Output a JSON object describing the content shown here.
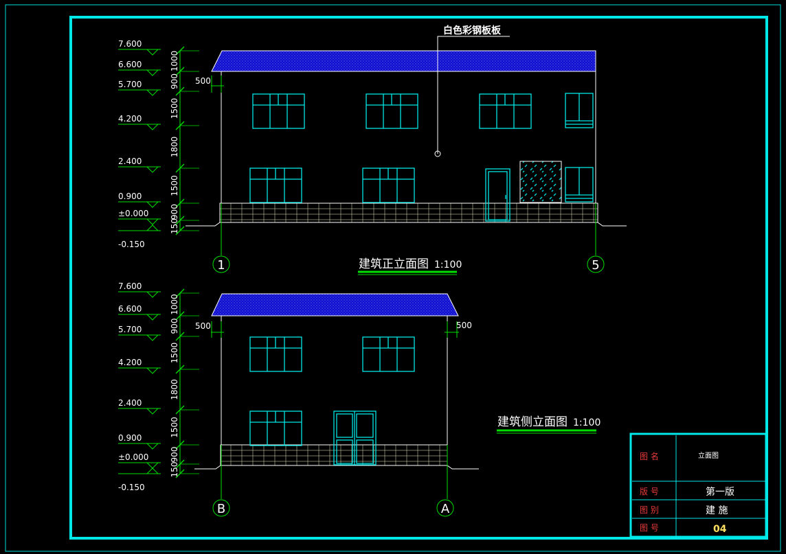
{
  "annotation": {
    "roof_material": "白色彩钢板板"
  },
  "front": {
    "title": "建筑正立面图",
    "scale": "1:100",
    "axis_left": "1",
    "axis_right": "5",
    "levels": [
      "7.600",
      "6.600",
      "5.700",
      "4.200",
      "2.400",
      "0.900",
      "±0.000",
      "-0.150"
    ],
    "dims": [
      "1000",
      "900",
      "1500",
      "1800",
      "1500",
      "900",
      "150"
    ],
    "eave_dim": "500"
  },
  "side": {
    "title": "建筑侧立面图",
    "scale": "1:100",
    "axis_left": "B",
    "axis_right": "A",
    "levels": [
      "7.600",
      "6.600",
      "5.700",
      "4.200",
      "2.400",
      "0.900",
      "±0.000",
      "-0.150"
    ],
    "dims": [
      "1000",
      "900",
      "1500",
      "1800",
      "1500",
      "900",
      "150"
    ],
    "eave_dim_left": "500",
    "eave_dim_right": "500"
  },
  "title_block": {
    "label_name": "图  名",
    "value_name": "立面图",
    "label_version": "版  号",
    "value_version": "第一版",
    "label_category": "图  别",
    "value_category": "建 施",
    "label_number": "图  号",
    "value_number": "04"
  }
}
